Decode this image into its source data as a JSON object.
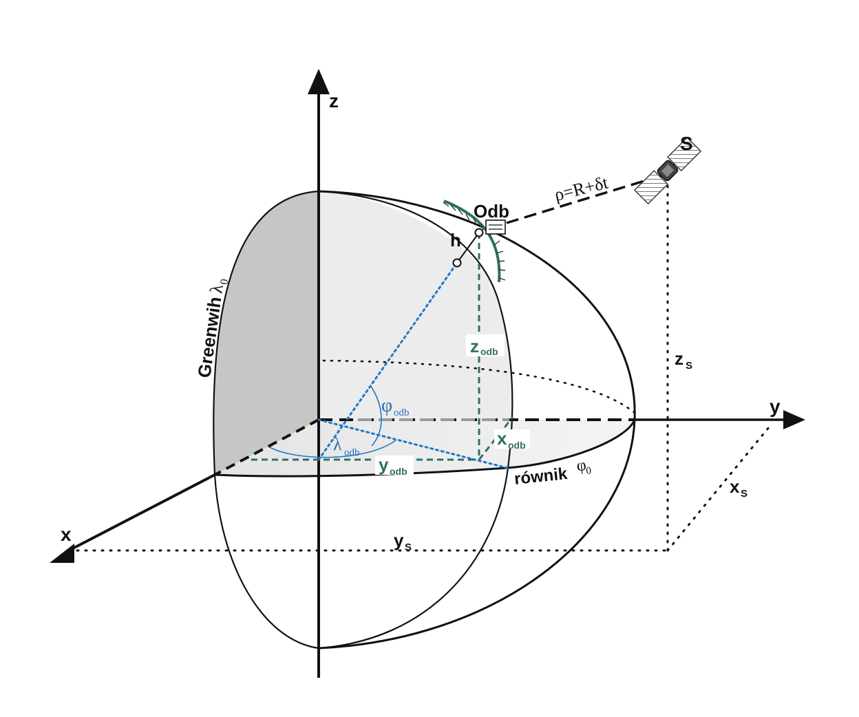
{
  "labels": {
    "z_axis": "z",
    "y_axis": "y",
    "x_axis": "x",
    "satellite": "S",
    "receiver": "Odb",
    "height": "h",
    "range_formula": "ρ=R+δt",
    "greenwich": "Greenwih",
    "greenwich_symbol": "λ",
    "greenwich_sub": "0",
    "equator": "równik",
    "equator_symbol": "φ",
    "equator_sub": "0",
    "z_odb": "z",
    "y_odb": "y",
    "x_odb": "x",
    "odb_sub": "odb",
    "phi_odb": "φ",
    "lambda_odb": "λ",
    "z_s": "z",
    "y_s": "y",
    "x_s": "x",
    "s_sub": "S"
  },
  "colors": {
    "line": "#111111",
    "blue_dotted": "#1f78c8",
    "green_dashed": "#2f6f62",
    "shade_dark": "#c8c8c8",
    "shade_light": "#ebebeb",
    "shade_equator": "#dedede"
  }
}
